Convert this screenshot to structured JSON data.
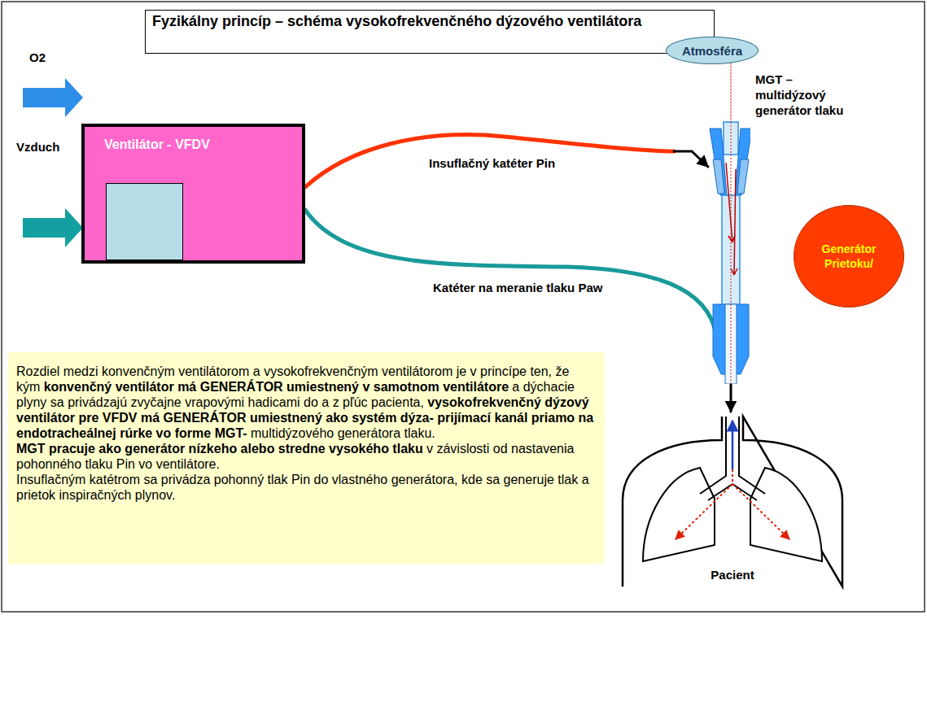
{
  "diagram": {
    "title": "Fyzikálny princíp – schéma vysokofrekvenčného dýzového ventilátora",
    "nodes": [
      {
        "text": [
          "Atmosféra"
        ]
      },
      {
        "text": [
          "Ventilátor - VFDV"
        ]
      },
      {
        "text": [
          "MGT – multidýzový generátor tlaku"
        ]
      },
      {
        "text": [
          "Generátor Prietoku/"
        ]
      },
      {
        "text": [
          "Rozdiel medzi konvenčným ventilátorom a vysokofrekvenčným ventilátorom je v princípe ten, že kým",
          "konvenčný ventilátor má GENERÁTOR umiestnený v samotnom ventilátore",
          "a dýchacie plyny sa privádzajú zvyčajne vrapovými hadicami do a z pľúc pacienta,",
          "vysokofrekvenčný dýzový ventilátor pre VFDV má GENERÁTOR umiestnený ako systém dýza- prijímací kanál priamo na endotracheálnej rúrke vo forme MGT-",
          "multidýzového generátora tlaku.",
          "MGT pracuje ako generátor nízkeho alebo stredne vysokého tlaku",
          "v závislosti od nastavenia pohonného tlaku Pin vo ventilátore.",
          "Insuflačným katétrom sa privádza pohonný tlak Pin do vlastného generátora, kde sa generuje tlak a prietok inspiračných plynov."
        ]
      },
      {
        "text": [
          "Pacient"
        ]
      }
    ],
    "edges": [
      {
        "from": 1,
        "to": 2,
        "label": "Insuflačný katéter Pin",
        "arrow": "to"
      },
      {
        "from": 1,
        "to": 2,
        "label": "Katéter na meranie tlaku Paw",
        "arrow": "none"
      },
      {
        "from": 0,
        "to": 2,
        "arrow": "none"
      },
      {
        "from": 2,
        "to": 5,
        "arrow": "to"
      }
    ],
    "labels": [
      "O2",
      "Vzduch"
    ]
  }
}
